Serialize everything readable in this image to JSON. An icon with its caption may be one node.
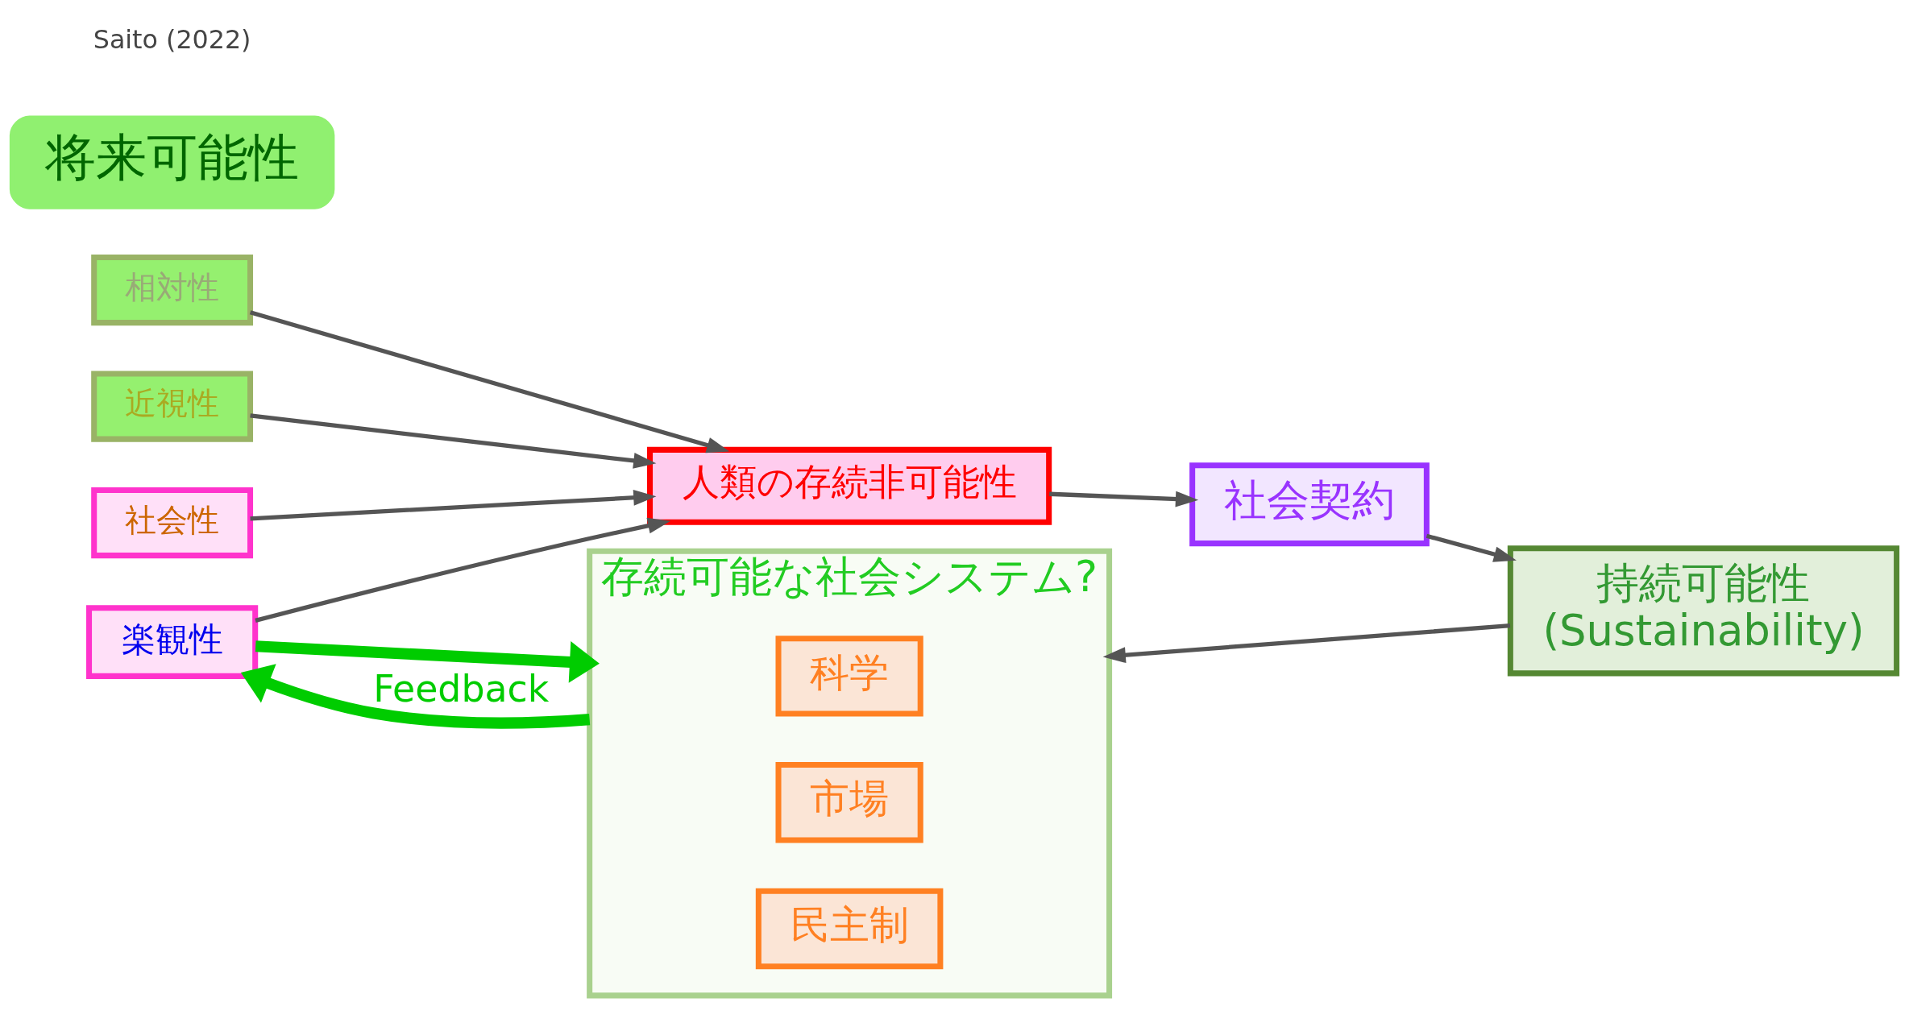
{
  "diagram": {
    "nodes": [
      {
        "text": [
          "社会性"
        ]
      },
      {
        "text": [
          "相対性"
        ]
      },
      {
        "text": [
          "近視性"
        ]
      },
      {
        "text": [
          "楽観性"
        ]
      },
      {
        "text": [
          "将来可能性"
        ]
      },
      {
        "text": [
          "人類の存続非可能性"
        ]
      },
      {
        "text": [
          "社会契約"
        ]
      },
      {
        "text": [
          "持続可能性",
          "(Sustainability)"
        ]
      },
      {
        "text": [
          "存続可能な社会システム?"
        ]
      },
      {
        "text": [
          "科学"
        ],
        "in": 8
      },
      {
        "text": [
          "市場"
        ],
        "in": 8
      },
      {
        "text": [
          "民主制"
        ],
        "in": 8
      }
    ],
    "edges": [
      {
        "from": 0,
        "to": 5,
        "arrow": "to"
      },
      {
        "from": 1,
        "to": 5,
        "arrow": "to"
      },
      {
        "from": 2,
        "to": 5,
        "arrow": "to"
      },
      {
        "from": 3,
        "to": 5,
        "arrow": "to"
      },
      {
        "from": 5,
        "to": 6,
        "arrow": "to"
      },
      {
        "from": 6,
        "to": 7,
        "arrow": "to"
      },
      {
        "from": 7,
        "to": 8,
        "arrow": "to"
      },
      {
        "from": 3,
        "to": 8,
        "arrow": "to",
        "style": "thick",
        "color": "#00cc00"
      },
      {
        "from": 8,
        "to": 3,
        "arrow": "to",
        "label": "Feedback",
        "style": "thick",
        "color": "#00cc00"
      }
    ],
    "labels": [
      "Saito (2022)"
    ]
  }
}
